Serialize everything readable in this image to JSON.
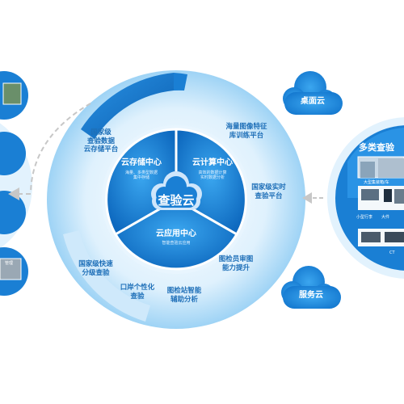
{
  "center": {
    "label": "查验云"
  },
  "segments": [
    {
      "title": "云存储中心",
      "subtitle": "海量、多类型数据\n集中存储"
    },
    {
      "title": "云计算中心",
      "subtitle": "高效的数据计算\n实时数据分析"
    },
    {
      "title": "云应用中心",
      "subtitle": "智能查验云应用"
    }
  ],
  "outer_labels": {
    "national_storage": "国家级\n查验数据\n云存储平台",
    "image_library": "海量图像特征\n库训练平台",
    "realtime_platform": "国家级实时\n查验平台",
    "judge_ability": "图检员审图\n能力提升",
    "smart_assist": "图检站智能\n辅助分析",
    "personal": "口岸个性化\n查验",
    "fast_sorting": "国家级快速\n分级查验"
  },
  "side_clouds": {
    "desktop": "桌面云",
    "service": "服务云"
  },
  "right_panel": {
    "title": "多类查验",
    "items": [
      "大型集装箱/车",
      "小型行李",
      "大件",
      "CT"
    ]
  },
  "left_panel": {
    "items": [
      "",
      "",
      "",
      "管理"
    ]
  },
  "colors": {
    "primary": "#1a7fd4",
    "light": "#cde8fb",
    "ring": "#8ecbf3"
  }
}
